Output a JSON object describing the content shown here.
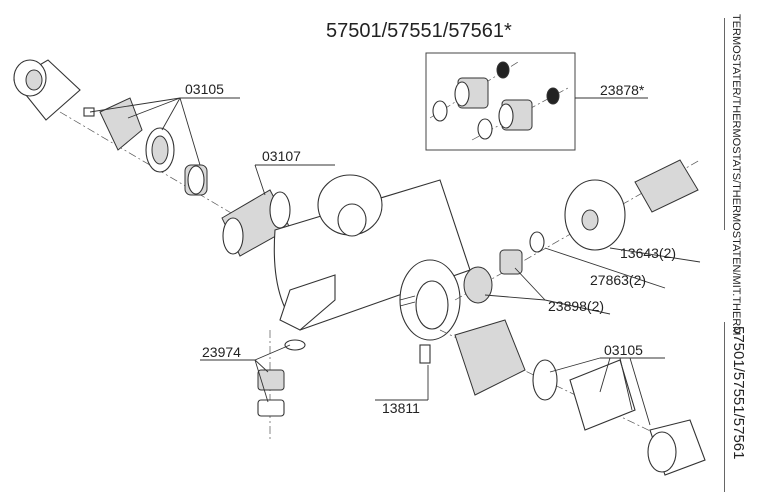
{
  "title": "57501/57551/57561*",
  "side_label": "TERMOSTATER/THERMOSTATS/THERMOSTATEN/MIT.THERM",
  "side_models": "57501/57551/57561",
  "parts": {
    "p03105_top": "03105",
    "p03107": "03107",
    "p23878": "23878*",
    "p13643": "13643(2)",
    "p27863": "27863(2)",
    "p23898": "23898(2)",
    "p03105_bottom": "03105",
    "p23974": "23974",
    "p13811": "13811"
  }
}
